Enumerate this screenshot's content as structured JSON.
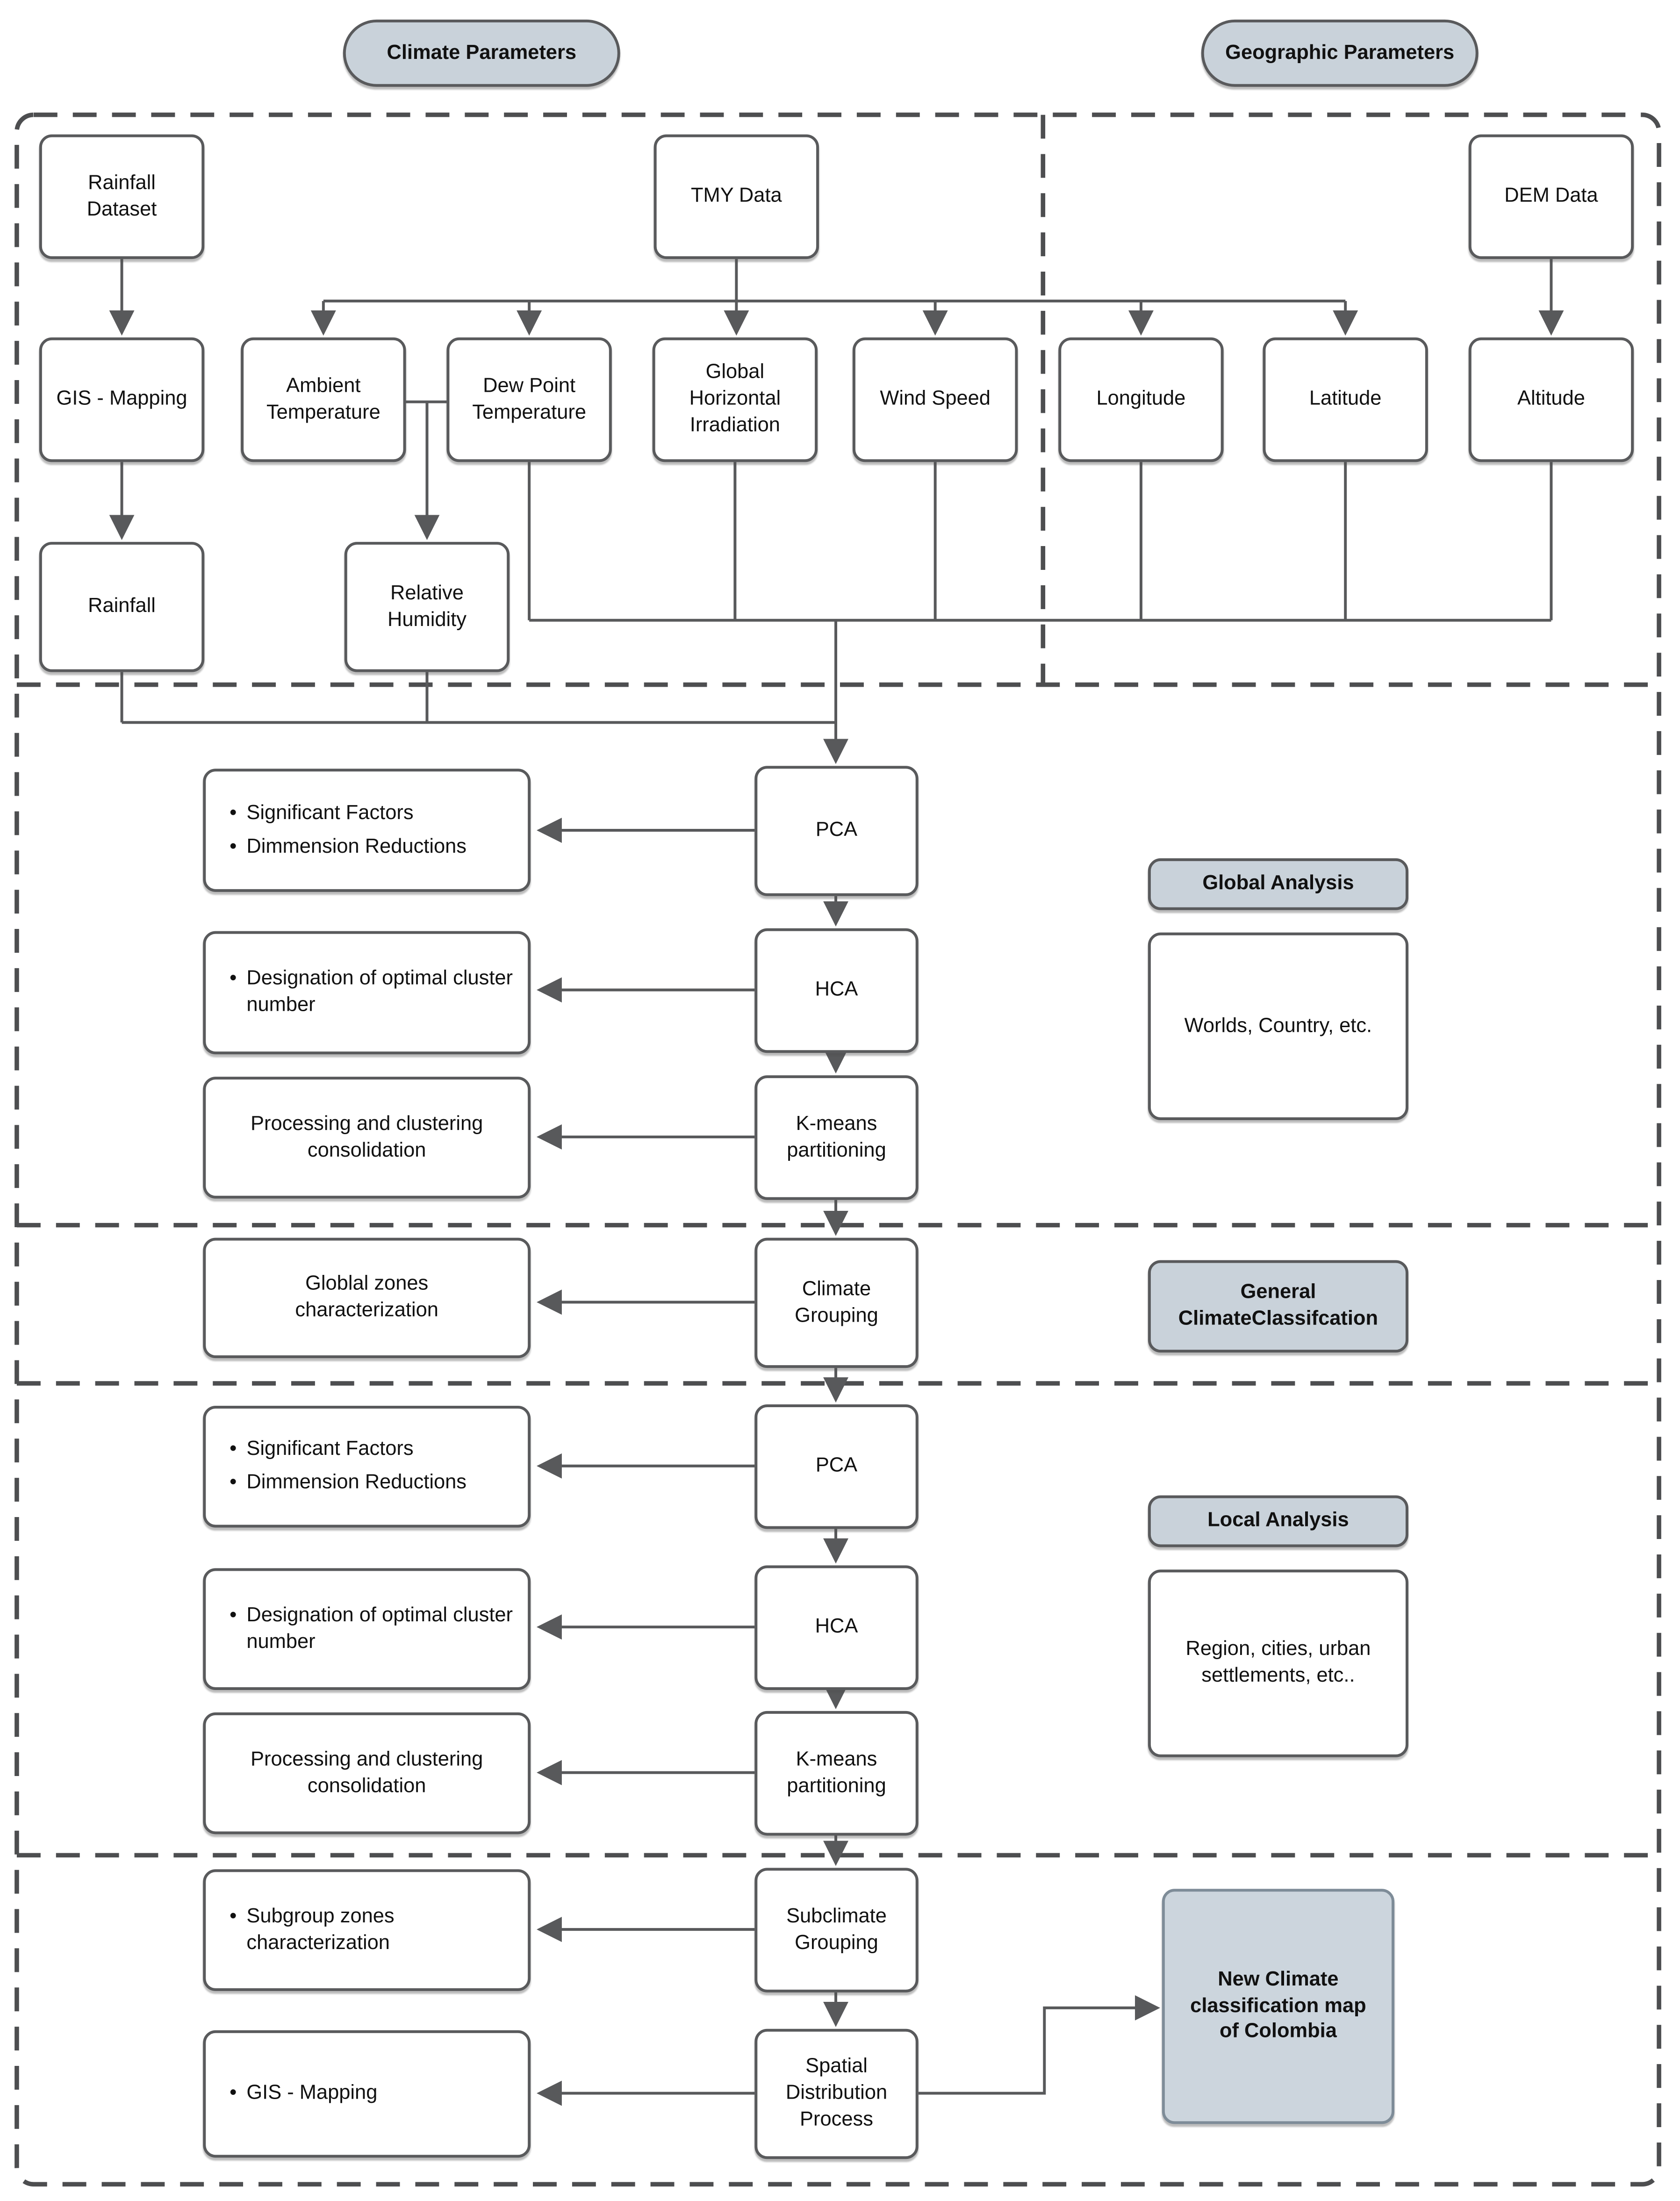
{
  "bullet_char": "•",
  "pills": {
    "climate": "Climate Parameters",
    "geographic": "Geographic Parameters"
  },
  "nodes": {
    "rainfall_dataset": "Rainfall Dataset",
    "tmy_data": "TMY Data",
    "dem_data": "DEM Data",
    "gis_mapping": "GIS - Mapping",
    "ambient_temperature": "Ambient Temperature",
    "dew_point_temperature": "Dew Point Temperature",
    "global_horizontal_irradiation": "Global Horizontal Irradiation",
    "wind_speed": "Wind Speed",
    "longitude": "Longitude",
    "latitude": "Latitude",
    "altitude": "Altitude",
    "rainfall": "Rainfall",
    "relative_humidity": "Relative Humidity",
    "pca_global": "PCA",
    "hca_global": "HCA",
    "kmeans_global": "K-means partitioning",
    "climate_grouping": "Climate Grouping",
    "pca_local": "PCA",
    "hca_local": "HCA",
    "kmeans_local": "K-means partitioning",
    "subclimate_grouping": "Subclimate Grouping",
    "spatial_distribution": "Spatial Distribution Process",
    "new_climate_map": "New Climate classification map of Colombia"
  },
  "side_notes": {
    "significant_factors_global": [
      "Significant Factors",
      "Dimmension Reductions"
    ],
    "designation_global": "Designation of optimal cluster number",
    "processing_global": "Processing and clustering consolidation",
    "globlal_zones": "Globlal zones characterization",
    "significant_factors_local": [
      "Significant Factors",
      "Dimmension Reductions"
    ],
    "designation_local": "Designation of optimal cluster number",
    "processing_local": "Processing and clustering consolidation",
    "subgroup_zones": "Subgroup zones characterization",
    "gis_mapping_output": "GIS - Mapping"
  },
  "annotations": {
    "global_analysis_title": "Global Analysis",
    "global_analysis_body": "Worlds, Country, etc.",
    "general_classification_title": "General ClimateClassifcation",
    "local_analysis_title": "Local Analysis",
    "local_analysis_body": "Region, cities, urban settlements, etc.."
  },
  "colors": {
    "line": "#58595b",
    "border": "#595a5c",
    "fill_gray": "#c9d2da",
    "fill_result": "#ccd5dd",
    "dash": "#4d4e50"
  }
}
